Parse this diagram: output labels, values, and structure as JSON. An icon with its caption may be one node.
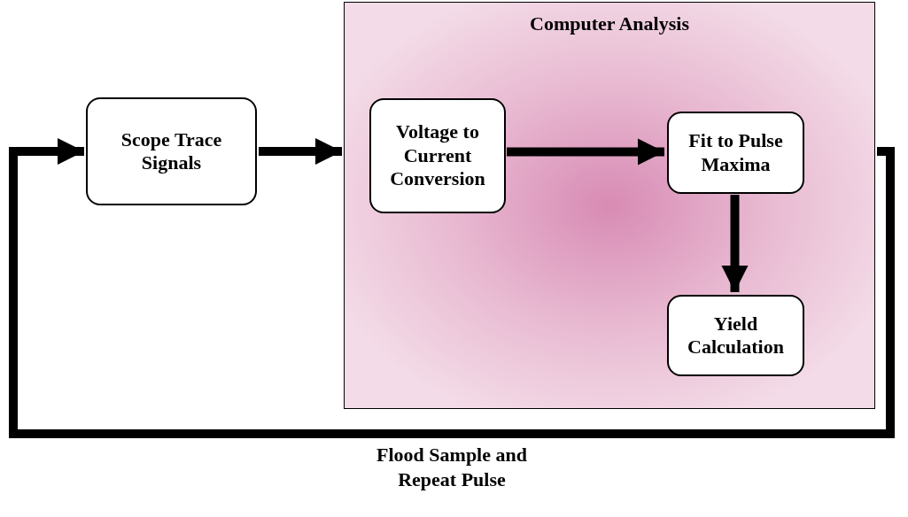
{
  "diagram": {
    "nodes": [
      {
        "text": [
          "Scope Trace Signals"
        ]
      },
      {
        "text": [
          "Computer Analysis"
        ]
      },
      {
        "text": [
          "Voltage to Current Conversion"
        ],
        "in": 1
      },
      {
        "text": [
          "Fit to Pulse Maxima"
        ],
        "in": 1
      },
      {
        "text": [
          "Yield Calculation"
        ],
        "in": 1
      }
    ],
    "edges": [
      {
        "from": 0,
        "to": 1,
        "arrow": "to"
      },
      {
        "from": 2,
        "to": 3,
        "arrow": "to"
      },
      {
        "from": 3,
        "to": 4,
        "arrow": "to"
      },
      {
        "from": 1,
        "to": 0,
        "arrow": "to",
        "label": "Flood Sample and Repeat Pulse"
      }
    ]
  }
}
